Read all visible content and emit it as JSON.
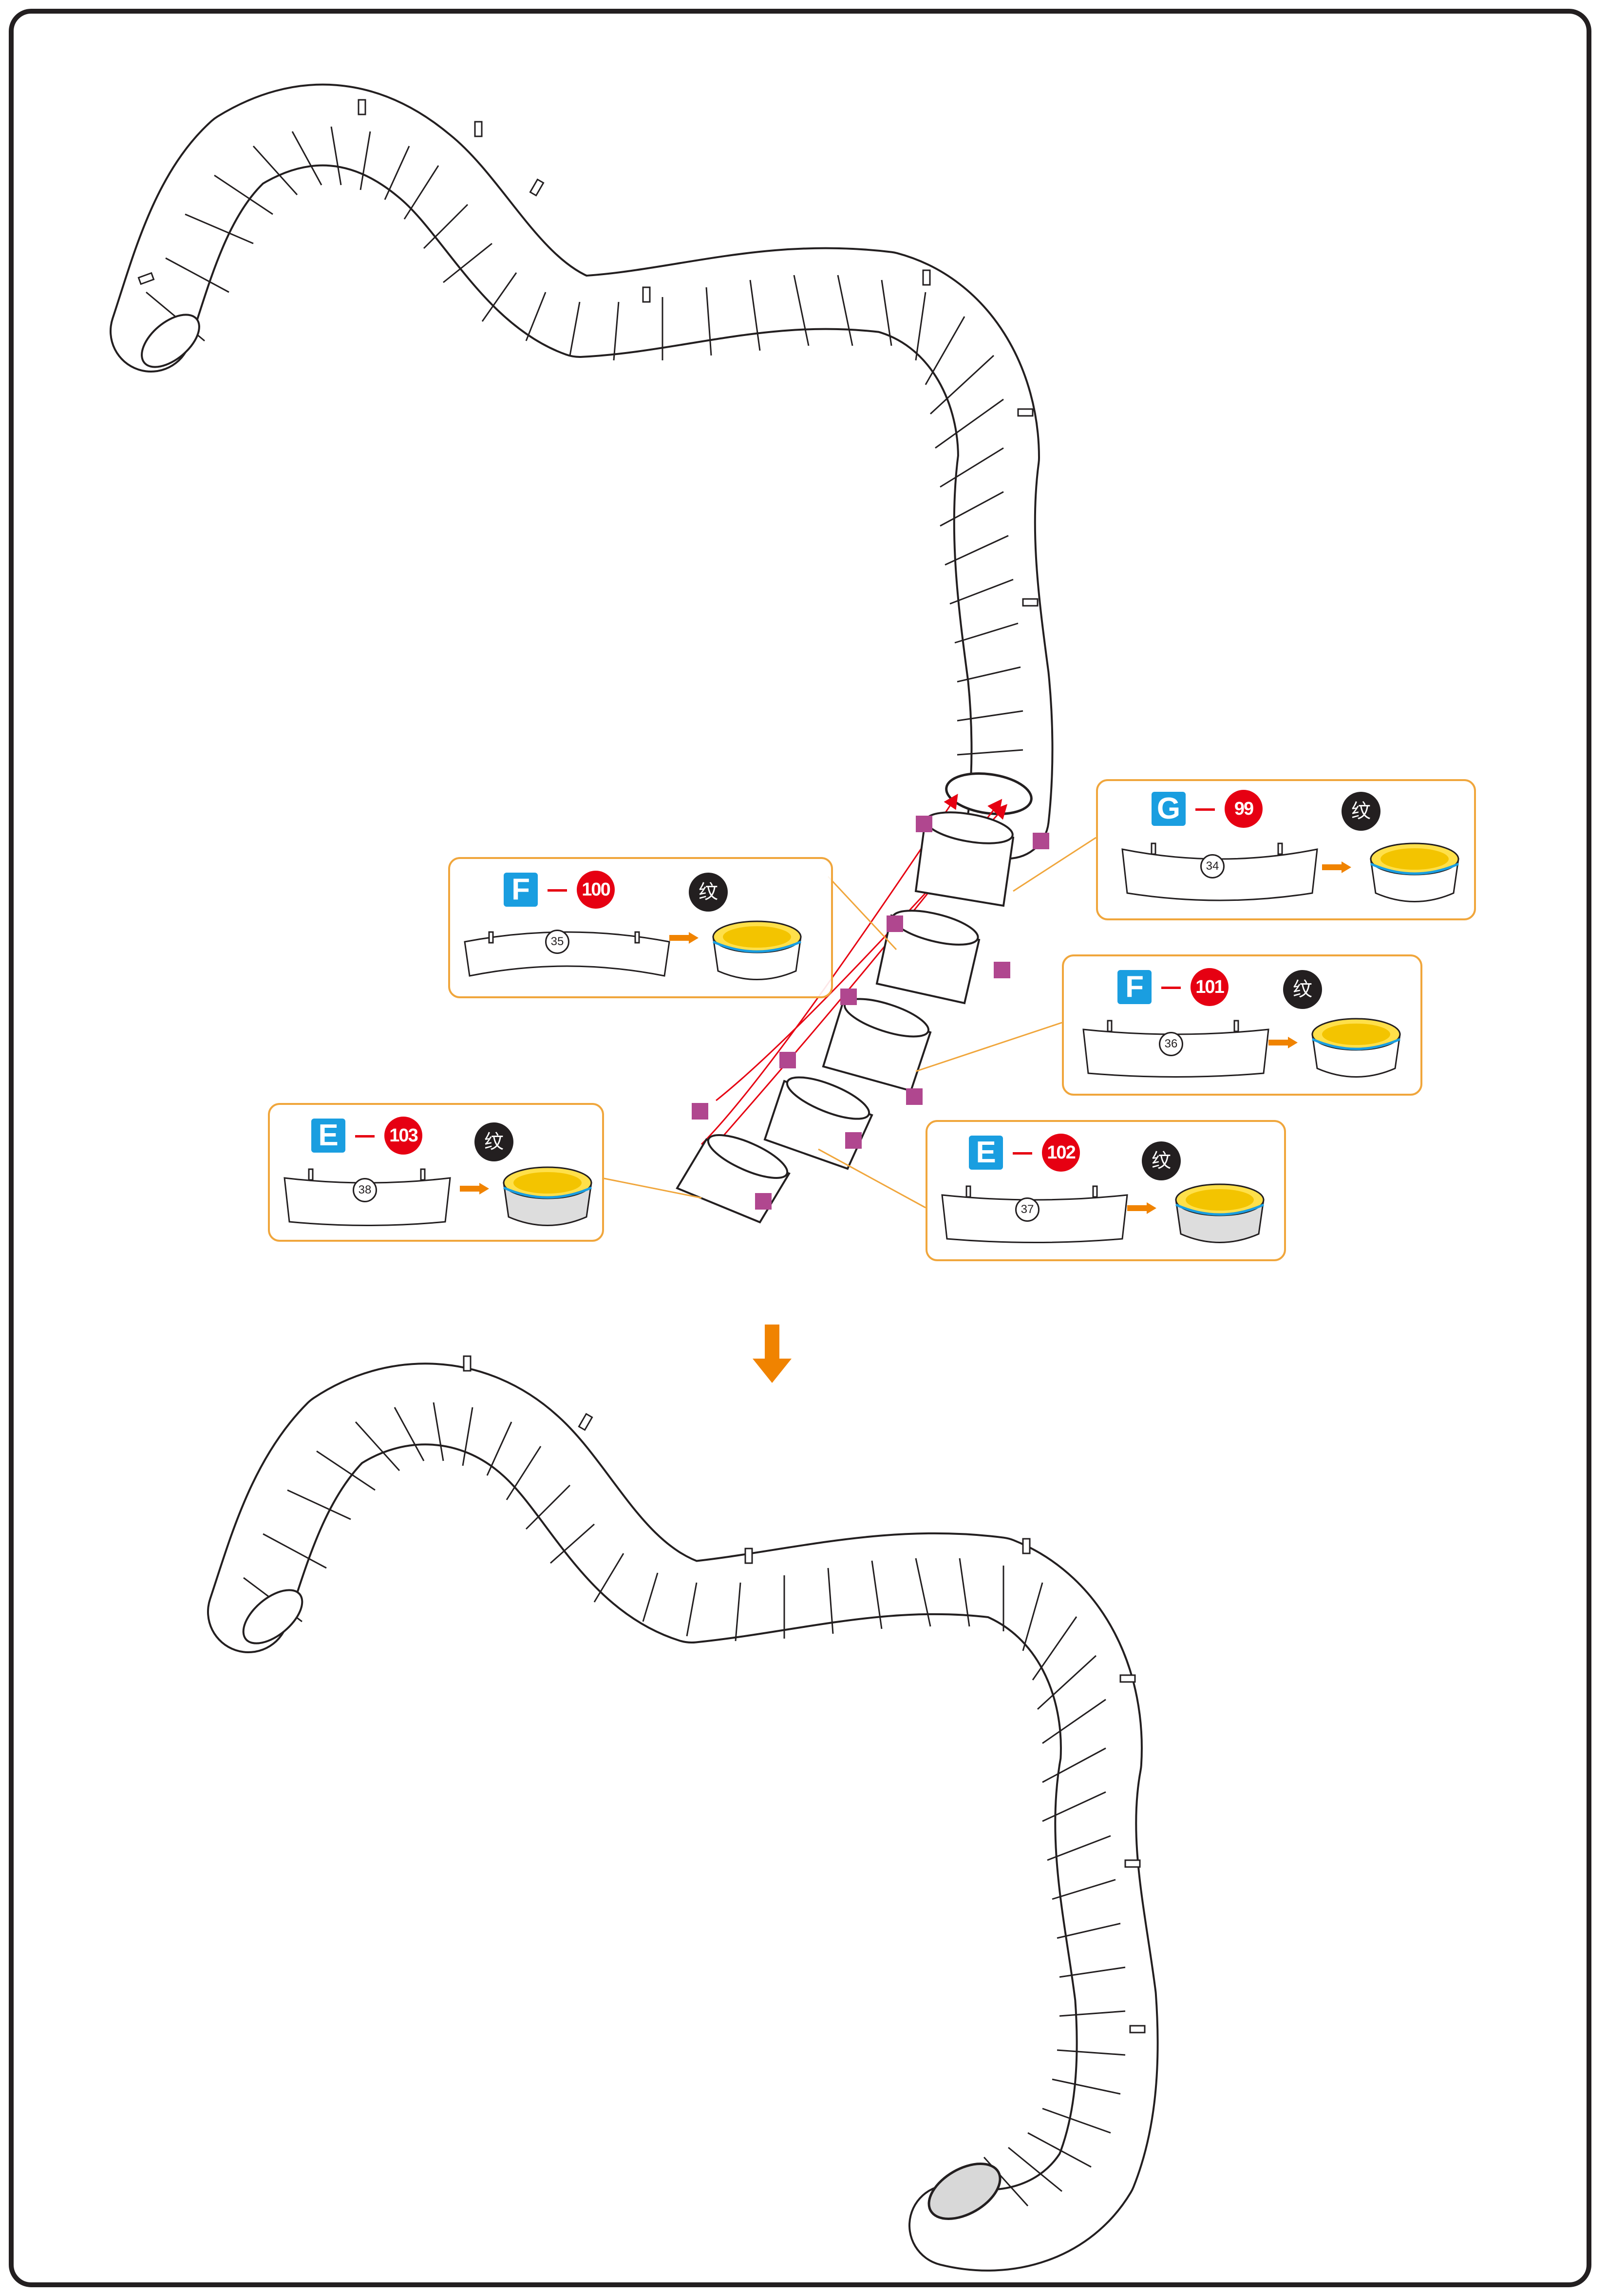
{
  "callouts": [
    {
      "id": "g99",
      "sheet": "G",
      "part": "99",
      "piece": "34",
      "texture": "纹"
    },
    {
      "id": "f100",
      "sheet": "F",
      "part": "100",
      "piece": "35",
      "texture": "纹"
    },
    {
      "id": "f101",
      "sheet": "F",
      "part": "101",
      "piece": "36",
      "texture": "纹"
    },
    {
      "id": "e102",
      "sheet": "E",
      "part": "102",
      "piece": "37",
      "texture": "纹"
    },
    {
      "id": "e103",
      "sheet": "E",
      "part": "103",
      "piece": "38",
      "texture": "纹"
    }
  ],
  "icons": {
    "step_arrow": "down-arrow-icon",
    "glue_marker": "glue-square-icon",
    "insert_arrow": "right-arrow-icon"
  },
  "colors": {
    "frame": "#231f20",
    "callout_border": "#f0a63c",
    "sheet_tag": "#1a9ee0",
    "part_number": "#e60012",
    "part_piece": "#ffe04a",
    "glue_marker": "#b0478f",
    "flow_arrow": "#f08300",
    "tab_arrow": "#1a9ee0",
    "watermark": "#f5c350"
  }
}
